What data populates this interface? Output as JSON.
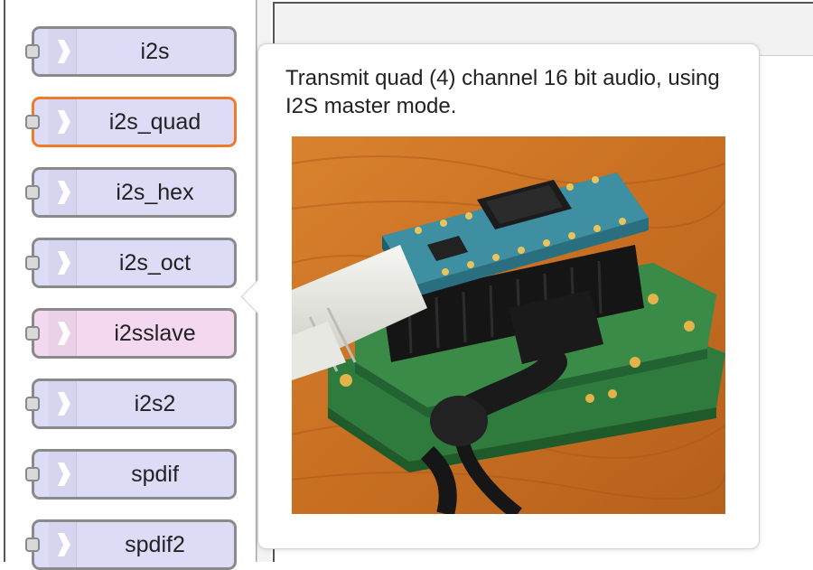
{
  "palette": {
    "nodes": [
      {
        "label": "i2s"
      },
      {
        "label": "i2s_quad"
      },
      {
        "label": "i2s_hex"
      },
      {
        "label": "i2s_oct"
      },
      {
        "label": "i2sslave"
      },
      {
        "label": "i2s2"
      },
      {
        "label": "spdif"
      },
      {
        "label": "spdif2"
      }
    ]
  },
  "tooltip": {
    "description": "Transmit quad (4) channel 16 bit audio, using I2S master mode."
  },
  "colors": {
    "node_fill": "#dddcf7",
    "node_slave_fill": "#f3d8f0",
    "selected_border": "#ee7a2a"
  },
  "icons": {
    "node_icon": "arrow-right-icon",
    "port": "input-port"
  }
}
